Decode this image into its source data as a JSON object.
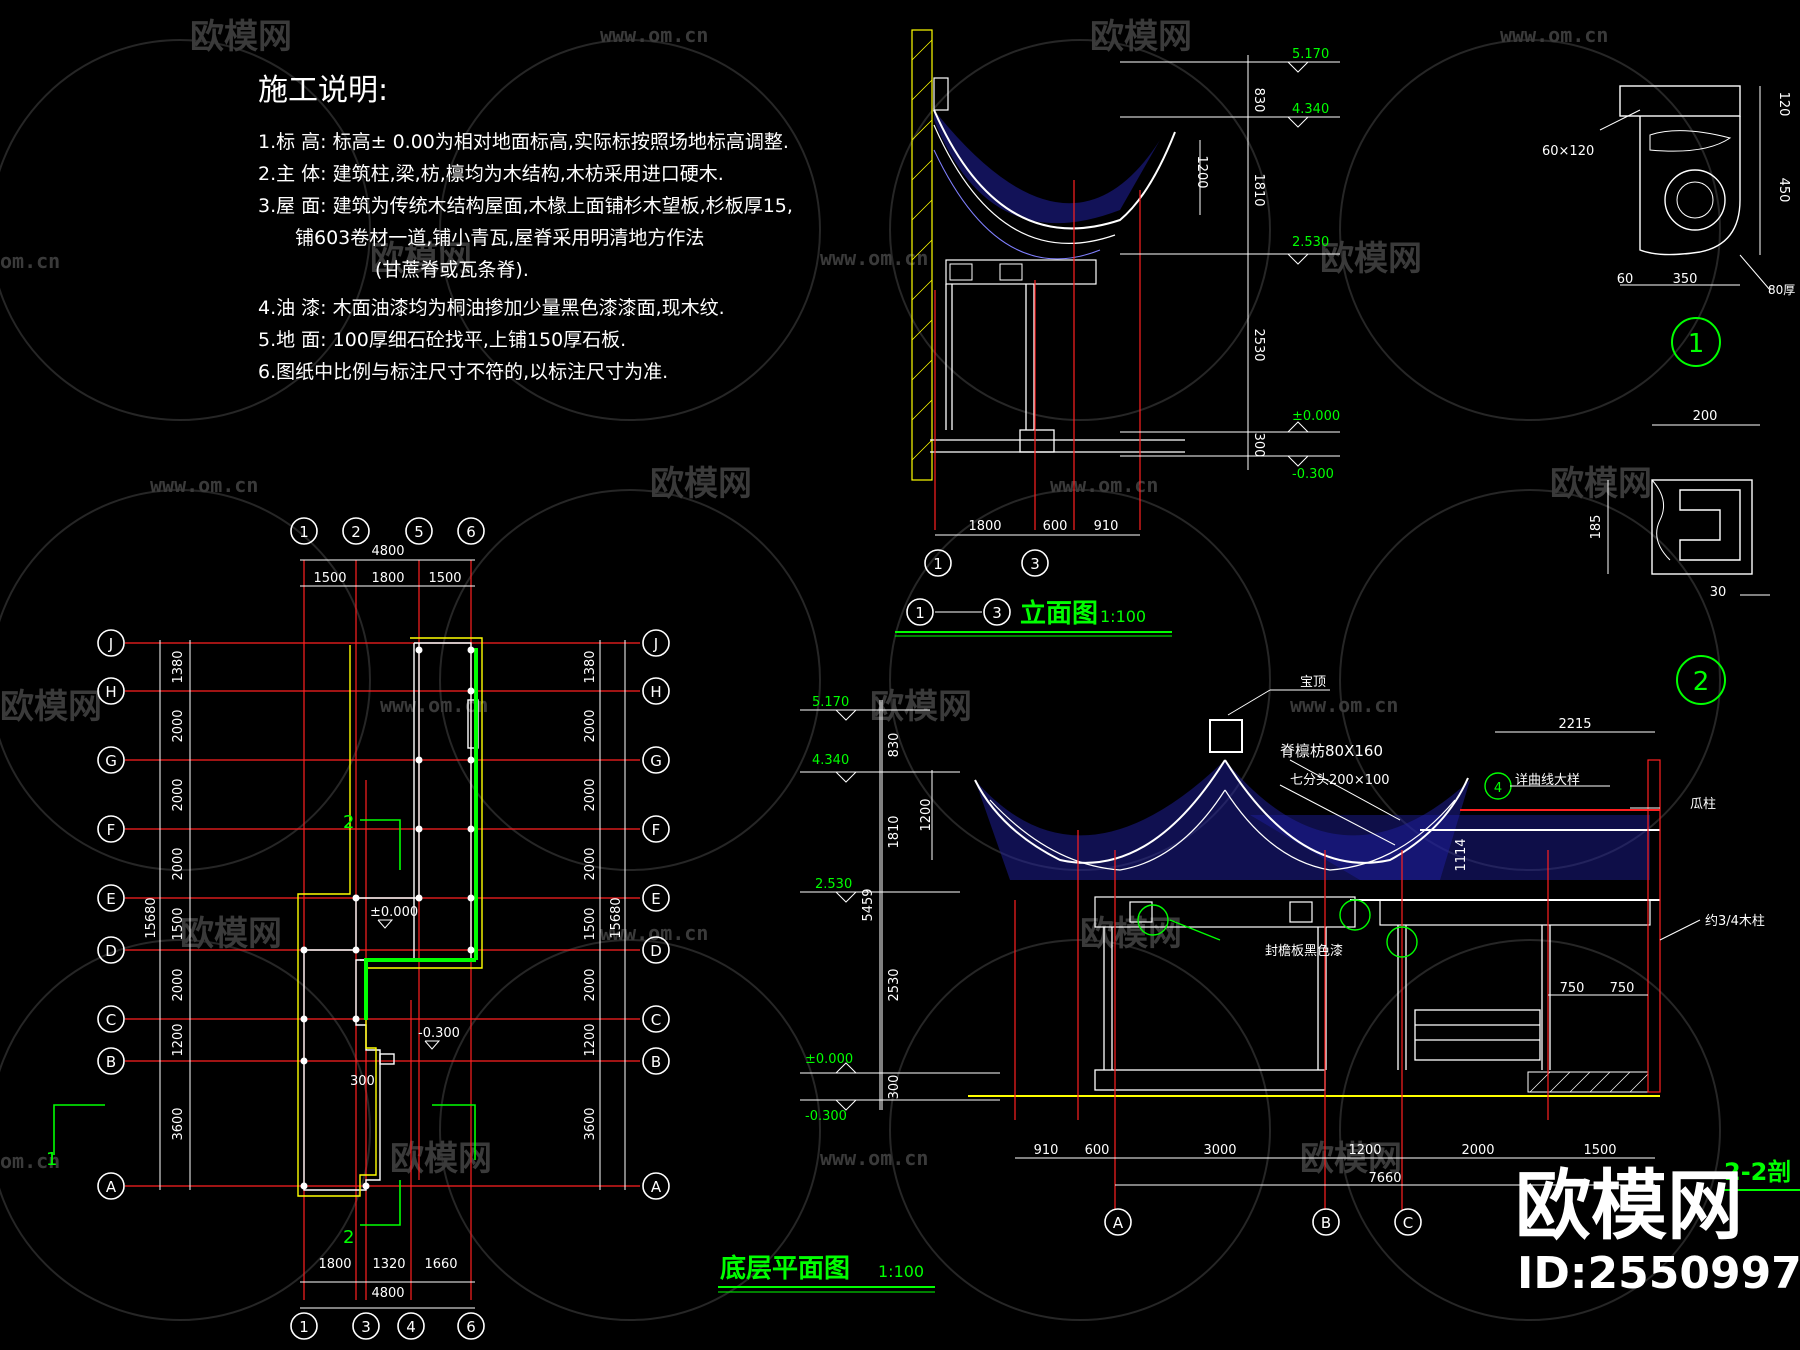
{
  "notes": {
    "title": "施工说明:",
    "lines": [
      "1.标  高: 标高±  0.00为相对地面标高,实际标按照场地标高调整.",
      "2.主  体: 建筑柱,梁,枋,檩均为木结构,木枋采用进口硬木.",
      "3.屋  面: 建筑为传统木结构屋面,木椽上面铺杉木望板,杉板厚15,",
      "铺603卷材一道,铺小青瓦,屋脊采用明清地方作法",
      "(甘蔗脊或瓦条脊).",
      "4.油  漆: 木面油漆均为桐油掺加少量黑色漆漆面,现木纹.",
      "5.地  面: 100厚细石砼找平,上铺150厚石板.",
      "6.图纸中比例与标注尺寸不符的,以标注尺寸为准."
    ]
  },
  "plan": {
    "title": "底层平面图",
    "scale": "1:100",
    "col_axes_top": [
      "1",
      "2",
      "5",
      "6"
    ],
    "col_axes_bottom": [
      "1",
      "3",
      "4",
      "6"
    ],
    "row_axes": [
      "J",
      "H",
      "G",
      "F",
      "E",
      "D",
      "C",
      "B",
      "A"
    ],
    "top_total": "4800",
    "top_dims": [
      "1500",
      "1800",
      "1500"
    ],
    "bottom_dims": [
      "1800",
      "1320",
      "1660"
    ],
    "bottom_total": "4800",
    "row_dims": [
      "1380",
      "2000",
      "2000",
      "2000",
      "1500",
      "2000",
      "1200",
      "3600"
    ],
    "total_length": "15680",
    "level_upper": "±0.000",
    "level_lower": "-0.300",
    "step_dim": "300",
    "section_marks": [
      "2",
      "2",
      "1"
    ]
  },
  "elevation": {
    "title": "立面图",
    "axis_from": "1",
    "axis_to": "3",
    "scale": "1:100",
    "levels": [
      "5.170",
      "4.340",
      "2.530",
      "±0.000",
      "-0.300"
    ],
    "vdims": [
      "830",
      "1810",
      "2530",
      "300"
    ],
    "eave_dim": "1200",
    "hdims": [
      "1800",
      "600",
      "910"
    ],
    "axes": [
      "1",
      "3"
    ]
  },
  "section": {
    "title": "2-2剖",
    "levels": [
      "5.170",
      "4.340",
      "2.530",
      "±0.000",
      "-0.300"
    ],
    "vdims": [
      "830",
      "1810",
      "2530",
      "300"
    ],
    "total_height": "5459",
    "eave_dim": "1200",
    "hdims": [
      "910",
      "600",
      "3000",
      "1200",
      "2000",
      "1500"
    ],
    "total_width": "7660",
    "top_dim": "2215",
    "inner_dims": [
      "750",
      "750"
    ],
    "height_dim": "1114",
    "axes": [
      "A",
      "B",
      "C"
    ],
    "labels": {
      "bao_ding": "宝顶",
      "purlin": "脊檩枋80X160",
      "beam": "七分头200×100",
      "curve": "详曲线大样",
      "melon_post": "瓜柱",
      "post": "约3/4木柱",
      "board": "封檐板黑色漆"
    },
    "detail_mark": "4"
  },
  "details": {
    "detail1": {
      "dims": [
        "120",
        "450",
        "60",
        "350"
      ],
      "size_label": "60×120",
      "thick_label": "80厚",
      "mark": "1"
    },
    "detail2": {
      "dims": [
        "200",
        "185",
        "30"
      ],
      "mark": "2"
    }
  },
  "watermark": {
    "logo_text": "欧模网",
    "url": "www.om.cn",
    "url_short": "om.cn",
    "id_text": "ID:2550997"
  },
  "colors": {
    "background": "#000000",
    "red_axis": "#ff2020",
    "green_wall": "#00ff00",
    "yellow": "#ffff00",
    "roof_blue": "#2020a0"
  }
}
